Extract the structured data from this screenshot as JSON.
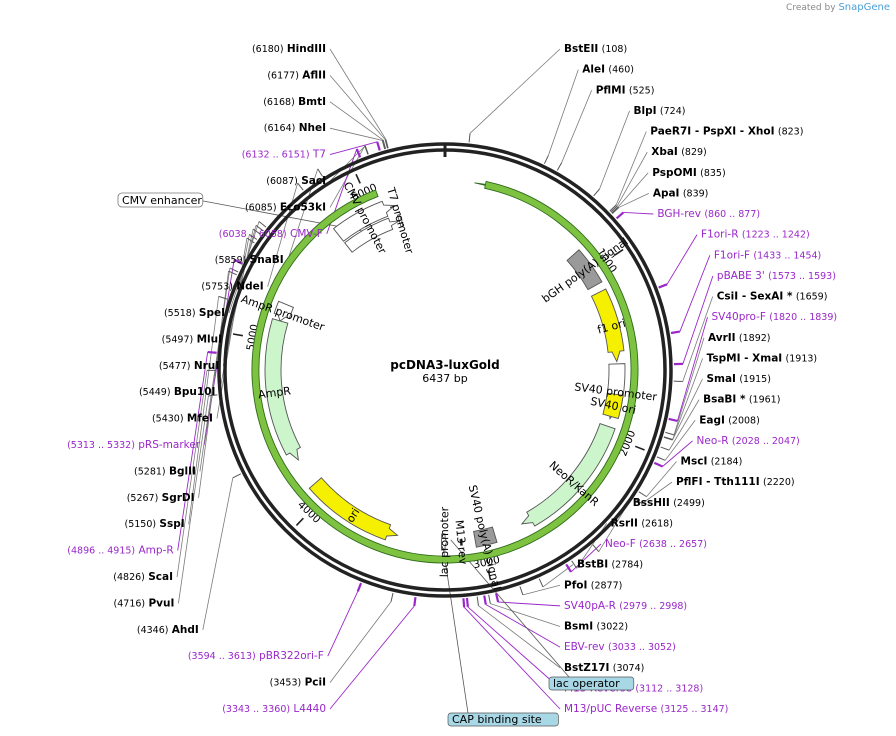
{
  "credit": {
    "prefix": "Created by",
    "brand": "SnapGene"
  },
  "plasmid": {
    "name": "pcDNA3-luxGold",
    "length_label": "6437 bp",
    "length": 6437
  },
  "ticks": [
    {
      "bp": 1000,
      "label": "1000"
    },
    {
      "bp": 2000,
      "label": "2000"
    },
    {
      "bp": 3000,
      "label": "3000"
    },
    {
      "bp": 4000,
      "label": "4000"
    },
    {
      "bp": 5000,
      "label": "5000"
    },
    {
      "bp": 6000,
      "label": "6000"
    }
  ],
  "features": [
    {
      "name": "CMV enhancer",
      "start": 5753,
      "end": 6132,
      "color": "#ffffff",
      "strand": 1,
      "label": "CMV enhancer",
      "boxed": true
    },
    {
      "name": "CMV promoter",
      "start": 5753,
      "end": 6132,
      "color": "#ffffff",
      "strand": 1,
      "label": "CMV promoter"
    },
    {
      "name": "T7 promoter",
      "start": 6132,
      "end": 6151,
      "color": "#ffffff",
      "strand": 1,
      "label": "T7 promoter"
    },
    {
      "name": "luxGold",
      "start": 160,
      "end": 6060,
      "color": "#7ec242",
      "strand": -1,
      "label": ""
    },
    {
      "name": "bGH poly(A) signal",
      "start": 860,
      "end": 1085,
      "color": "#9a9a9a",
      "strand": 0,
      "label": "bGH poly(A) signal"
    },
    {
      "name": "f1 ori",
      "start": 1131,
      "end": 1559,
      "color": "#f5f000",
      "strand": 1,
      "label": "f1 ori"
    },
    {
      "name": "SV40 promoter",
      "start": 1573,
      "end": 1903,
      "color": "#ffffff",
      "strand": 1,
      "label": "SV40 promoter"
    },
    {
      "name": "SV40 ori",
      "start": 1754,
      "end": 1889,
      "color": "#f5f000",
      "strand": 0,
      "label": "SV40 ori"
    },
    {
      "name": "NeoR/KanR",
      "start": 1950,
      "end": 2744,
      "color": "#ccf5cc",
      "strand": 1,
      "label": "NeoR/KanR"
    },
    {
      "name": "SV40 poly(A) signal",
      "start": 2918,
      "end": 3039,
      "color": "#9a9a9a",
      "strand": 0,
      "label": "SV40 poly(A) signal"
    },
    {
      "name": "lac promoter",
      "start": 3209,
      "end": 3239,
      "color": "#ffffff",
      "strand": -1,
      "label": "lac promoter"
    },
    {
      "name": "M13 rev",
      "start": 3112,
      "end": 3128,
      "color": "#000000",
      "strand": -1,
      "label": "M13 rev"
    },
    {
      "name": "ori",
      "start": 3505,
      "end": 4093,
      "color": "#f5f000",
      "strand": -1,
      "label": "ori"
    },
    {
      "name": "AmpR",
      "start": 4264,
      "end": 5124,
      "color": "#ccf5cc",
      "strand": -1,
      "label": "AmpR"
    },
    {
      "name": "AmpR promoter",
      "start": 5124,
      "end": 5229,
      "color": "#ffffff",
      "strand": -1,
      "label": "AmpR promoter"
    }
  ],
  "enzymes": [
    {
      "name": "BstEII",
      "pos": "(108)",
      "site": 108
    },
    {
      "name": "AleI",
      "pos": "(460)",
      "site": 460
    },
    {
      "name": "PflMI",
      "pos": "(525)",
      "site": 525
    },
    {
      "name": "BlpI",
      "pos": "(724)",
      "site": 724
    },
    {
      "name": "PaeR7I - PspXI - XhoI",
      "pos": "(823)",
      "site": 823
    },
    {
      "name": "XbaI",
      "pos": "(829)",
      "site": 829
    },
    {
      "name": "PspOMI",
      "pos": "(835)",
      "site": 835
    },
    {
      "name": "ApaI",
      "pos": "(839)",
      "site": 839
    },
    {
      "name": "CsiI - SexAI *",
      "pos": "(1659)",
      "site": 1659
    },
    {
      "name": "AvrII",
      "pos": "(1892)",
      "site": 1892
    },
    {
      "name": "TspMI - XmaI",
      "pos": "(1913)",
      "site": 1913
    },
    {
      "name": "SmaI",
      "pos": "(1915)",
      "site": 1915
    },
    {
      "name": "BsaBI *",
      "pos": "(1961)",
      "site": 1961
    },
    {
      "name": "EagI",
      "pos": "(2008)",
      "site": 2008
    },
    {
      "name": "MscI",
      "pos": "(2184)",
      "site": 2184
    },
    {
      "name": "PflFI - Tth111I",
      "pos": "(2220)",
      "site": 2220
    },
    {
      "name": "BssHII",
      "pos": "(2499)",
      "site": 2499
    },
    {
      "name": "RsrII",
      "pos": "(2618)",
      "site": 2618
    },
    {
      "name": "BstBI",
      "pos": "(2784)",
      "site": 2784
    },
    {
      "name": "PfoI",
      "pos": "(2877)",
      "site": 2877
    },
    {
      "name": "BsmI",
      "pos": "(3022)",
      "site": 3022
    },
    {
      "name": "BstZ17I",
      "pos": "(3074)",
      "site": 3074
    },
    {
      "name": "PciI",
      "pos": "(3453)",
      "site": 3453
    },
    {
      "name": "AhdI",
      "pos": "(4346)",
      "site": 4346
    },
    {
      "name": "PvuI",
      "pos": "(4716)",
      "site": 4716
    },
    {
      "name": "ScaI",
      "pos": "(4826)",
      "site": 4826
    },
    {
      "name": "SspI",
      "pos": "(5150)",
      "site": 5150
    },
    {
      "name": "SgrDI",
      "pos": "(5267)",
      "site": 5267
    },
    {
      "name": "BglII",
      "pos": "(5281)",
      "site": 5281
    },
    {
      "name": "MfeI",
      "pos": "(5430)",
      "site": 5430
    },
    {
      "name": "Bpu10I",
      "pos": "(5449)",
      "site": 5449
    },
    {
      "name": "NruI",
      "pos": "(5477)",
      "site": 5477
    },
    {
      "name": "MluI",
      "pos": "(5497)",
      "site": 5497
    },
    {
      "name": "SpeI",
      "pos": "(5518)",
      "site": 5518
    },
    {
      "name": "NdeI",
      "pos": "(5753)",
      "site": 5753
    },
    {
      "name": "SnaBI",
      "pos": "(5859)",
      "site": 5859
    },
    {
      "name": "Eco53kI",
      "pos": "(6085)",
      "site": 6085
    },
    {
      "name": "SacI",
      "pos": "(6087)",
      "site": 6087
    },
    {
      "name": "NheI",
      "pos": "(6164)",
      "site": 6164
    },
    {
      "name": "BmtI",
      "pos": "(6168)",
      "site": 6168
    },
    {
      "name": "AflII",
      "pos": "(6177)",
      "site": 6177
    },
    {
      "name": "HindIII",
      "pos": "(6180)",
      "site": 6180
    }
  ],
  "primers": [
    {
      "name": "BGH-rev",
      "range": "(860 .. 877)",
      "site": 868
    },
    {
      "name": "F1ori-R",
      "range": "(1223 .. 1242)",
      "site": 1232
    },
    {
      "name": "F1ori-F",
      "range": "(1433 .. 1454)",
      "site": 1443
    },
    {
      "name": "pBABE 3'",
      "range": "(1573 .. 1593)",
      "site": 1583
    },
    {
      "name": "SV40pro-F",
      "range": "(1820 .. 1839)",
      "site": 1830
    },
    {
      "name": "Neo-R",
      "range": "(2028 .. 2047)",
      "site": 2037
    },
    {
      "name": "Neo-F",
      "range": "(2638 .. 2657)",
      "site": 2647
    },
    {
      "name": "SV40pA-R",
      "range": "(2979 .. 2998)",
      "site": 2988
    },
    {
      "name": "EBV-rev",
      "range": "(3033 .. 3052)",
      "site": 3042
    },
    {
      "name": "M13 Reverse",
      "range": "(3112 .. 3128)",
      "site": 3120
    },
    {
      "name": "M13/pUC Reverse",
      "range": "(3125 .. 3147)",
      "site": 3136
    },
    {
      "name": "L4440",
      "range": "(3343 .. 3360)",
      "site": 3351
    },
    {
      "name": "pBR322ori-F",
      "range": "(3594 .. 3613)",
      "site": 3603
    },
    {
      "name": "Amp-R",
      "range": "(4896 .. 4915)",
      "site": 4905
    },
    {
      "name": "pRS-marker",
      "range": "(5313 .. 5332)",
      "site": 5322
    },
    {
      "name": "CMV-F",
      "range": "(6038 .. 6058)",
      "site": 6048
    },
    {
      "name": "T7",
      "range": "(6132 .. 6151)",
      "site": 6141
    }
  ],
  "boxed_labels": [
    {
      "text": "lac operator",
      "color": "#a8d8e6"
    },
    {
      "text": "CAP binding site",
      "color": "#a8d8e6"
    }
  ],
  "colors": {
    "backbone": "#222222",
    "primer": "#9a27c9",
    "gene": "#7ec242",
    "orange_outline": "#f0a630"
  }
}
